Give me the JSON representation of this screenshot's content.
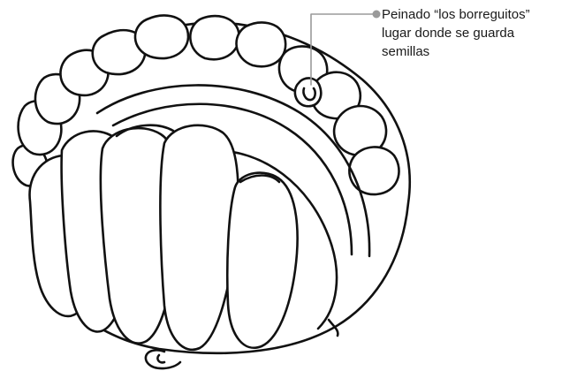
{
  "annotation": {
    "lines": [
      "Peinado “los borreguitos”",
      "lugar donde se guarda",
      "semillas"
    ]
  },
  "colors": {
    "outline": "#111111",
    "leader": "#9a9a9a",
    "text": "#1a1a1a",
    "background": "#ffffff"
  }
}
